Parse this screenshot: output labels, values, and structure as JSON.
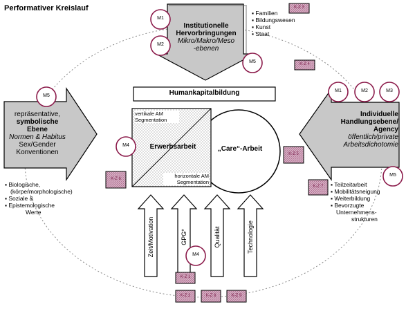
{
  "title": "Performativer Kreislauf",
  "top_arrow": {
    "line1": "Institutionelle",
    "line2": "Hervorbringungen",
    "line3": "Mikro/Makro/Meso",
    "line4": "-ebenen"
  },
  "top_list": [
    "Familien",
    "Bildungswesen",
    "Kunst",
    "Staat"
  ],
  "left_arrow": {
    "line1": "repräsentative,",
    "line2": "symbolische Ebene",
    "line3": "Normen & Habitus",
    "line4": "Sex/Gender",
    "line5": "Konventionen"
  },
  "left_list": [
    {
      "text": "Biologische,",
      "sub": "(körpermorphologische)"
    },
    {
      "text": "Soziale &",
      "sub": ""
    },
    {
      "text": "Epistemologische",
      "sub": "Werte"
    }
  ],
  "right_arrow": {
    "line1": "Individuelle",
    "line2": "Handlungsebene/",
    "line3": "Agency",
    "line4": "öffentlich/private",
    "line5": "Arbeitsdichotomie"
  },
  "right_list": [
    {
      "text": "Teilzeitarbeit",
      "sub": ""
    },
    {
      "text": "Mobilitätsneigung",
      "sub": ""
    },
    {
      "text": "Weiterbildung",
      "sub": ""
    },
    {
      "text": "Bevorzugte",
      "sub": "Unternehmens-"
    },
    {
      "text": "",
      "sub": "strukturen"
    }
  ],
  "center": {
    "box": "Humankapitalbildung",
    "square_top": "vertikale AM Segmentation",
    "square_main": "Erwerbsarbeit",
    "square_bottom": "horizontale AM Segmentation",
    "circle": "„Care“-Arbeit"
  },
  "bottom_arrows": [
    "Zeit/Motivation",
    "GPG*",
    "Qualität",
    "Technologie"
  ],
  "markers": {
    "m1a": "M1",
    "m2a": "M2",
    "m5a": "M5",
    "m5b": "M5",
    "m1b": "M1",
    "m2b": "M2",
    "m3": "M3",
    "m4a": "M4",
    "m5c": "M5",
    "m4b": "M4"
  },
  "tags": {
    "t1": "K-Z 3",
    "t2": "K-Z 4",
    "t3": "K-Z 5",
    "t4": "K-Z 6",
    "t5": "K-Z 7",
    "t6": "K-Z 1",
    "t7": "K-Z 2",
    "t8": "K-Z 8",
    "t9": "K-Z 9"
  },
  "colors": {
    "arrow_fill": "#c8c8c8",
    "marker_border": "#8b1a4a",
    "tag_fill": "#c9a0b8"
  }
}
